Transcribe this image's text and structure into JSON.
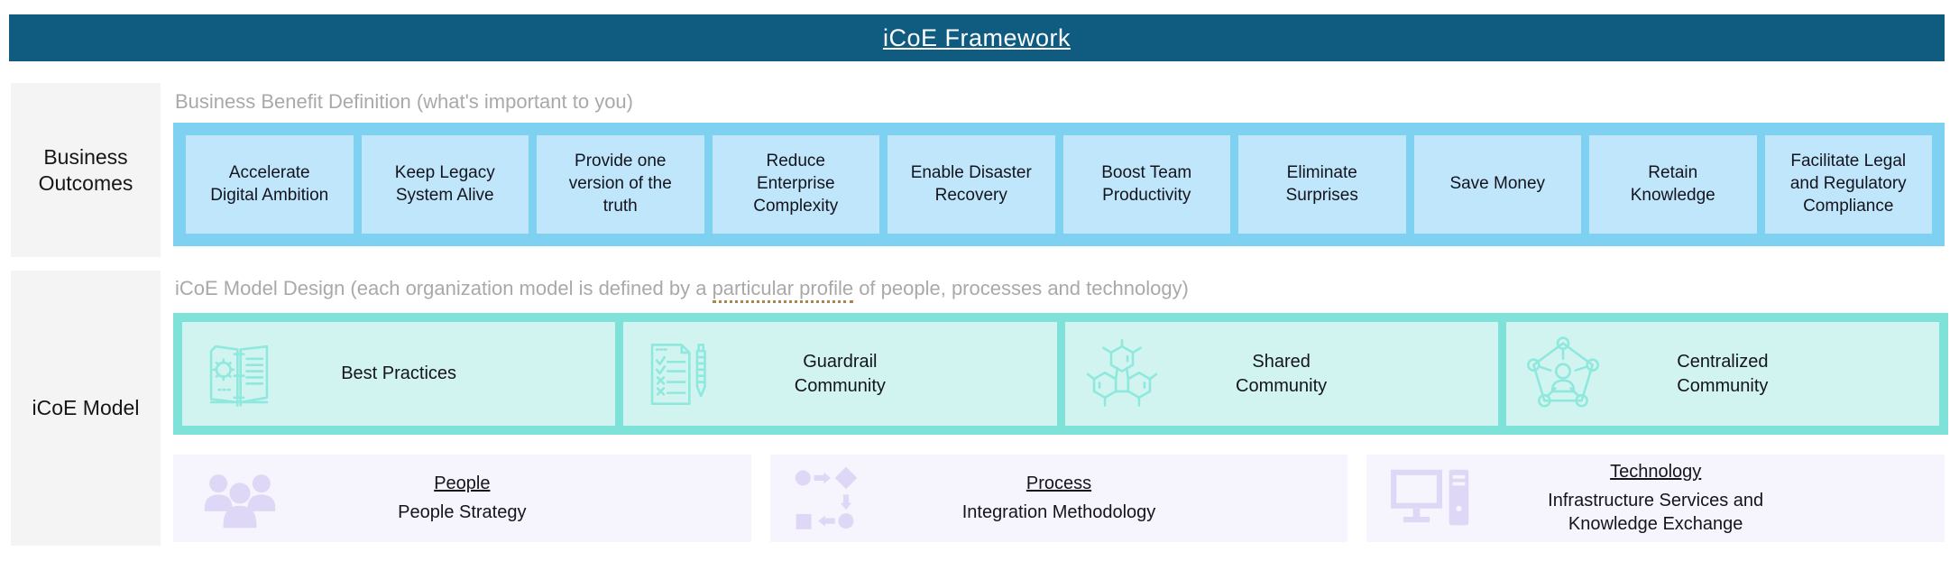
{
  "header": {
    "title": "iCoE Framework",
    "bg_color": "#0f5c80",
    "text_color": "#ffffff"
  },
  "outcomes": {
    "sidebar_label": "Business Outcomes",
    "caption": "Business Benefit Definition (what's important to you)",
    "container_color": "#7ed1f1",
    "box_color": "#bfe6fa",
    "boxes": [
      {
        "label": "Accelerate Digital Ambition"
      },
      {
        "label": "Keep Legacy System Alive"
      },
      {
        "label": "Provide one version of the truth"
      },
      {
        "label": "Reduce Enterprise Complexity"
      },
      {
        "label": "Enable Disaster Recovery"
      },
      {
        "label": "Boost Team Productivity"
      },
      {
        "label": "Eliminate Surprises"
      },
      {
        "label": "Save Money"
      },
      {
        "label": "Retain Knowledge"
      },
      {
        "label": "Facilitate Legal and Regulatory Compliance"
      }
    ]
  },
  "model": {
    "sidebar_label": "iCoE Model",
    "caption_prefix": "iCoE Model Design (each organization model is defined by a ",
    "caption_link": "particular profile",
    "caption_suffix": " of people, processes and technology)",
    "container_color": "#7fe2d9",
    "box_color": "#d2f4f0",
    "icon_color": "#8fe8dd",
    "boxes": [
      {
        "label": "Best Practices",
        "icon": "book-gear-icon"
      },
      {
        "label": "Guardrail Community",
        "icon": "checklist-pen-icon"
      },
      {
        "label": "Shared Community",
        "icon": "molecule-icon"
      },
      {
        "label": "Centralized Community",
        "icon": "pentagon-network-icon"
      }
    ]
  },
  "pillars": {
    "bg_color": "#f6f4fc",
    "icon_color": "#ded8f6",
    "items": [
      {
        "title": "People",
        "subtitle": "People Strategy",
        "icon": "people-group-icon"
      },
      {
        "title": "Process",
        "subtitle": "Integration Methodology",
        "icon": "flowchart-icon"
      },
      {
        "title": "Technology",
        "subtitle": "Infrastructure Services and Knowledge Exchange",
        "icon": "computer-monitor-icon"
      }
    ]
  }
}
